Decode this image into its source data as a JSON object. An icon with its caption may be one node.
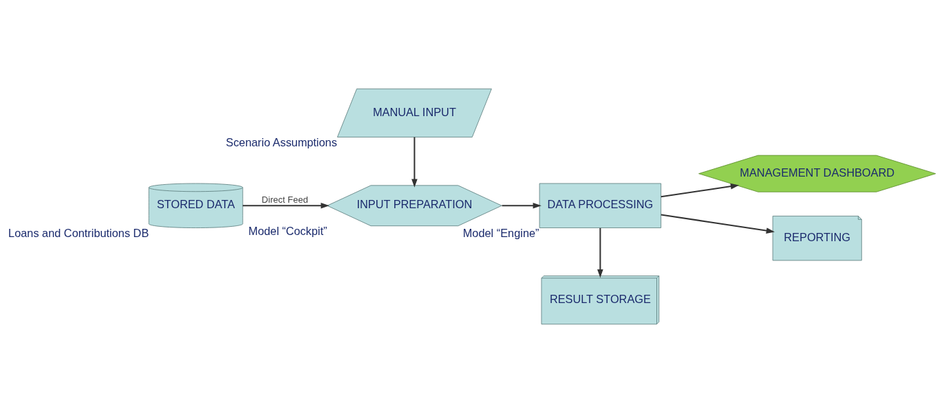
{
  "diagram": {
    "nodes": [
      {
        "text": [
          "STORED DATA"
        ],
        "beside": [
          "Loans and Contributions DB"
        ]
      },
      {
        "text": [
          "INPUT PREPARATION"
        ],
        "beside": [
          "Model “Cockpit”"
        ]
      },
      {
        "text": [
          "DATA PROCESSING"
        ],
        "beside": [
          "Model “Engine”"
        ]
      },
      {
        "text": [
          "MANAGEMENT DASHBOARD"
        ]
      },
      {
        "text": [
          "REPORTING"
        ]
      },
      {
        "text": [
          "MANUAL INPUT"
        ],
        "beside": [
          "Scenario Assumptions"
        ]
      },
      {
        "text": [
          "RESULT STORAGE"
        ]
      }
    ],
    "edges": [
      {
        "from": 0,
        "to": 1,
        "arrow": "to",
        "label": "Direct Feed"
      },
      {
        "from": 1,
        "to": 2,
        "arrow": "to"
      },
      {
        "from": 2,
        "to": 3,
        "arrow": "to"
      },
      {
        "from": 2,
        "to": 4,
        "arrow": "to"
      },
      {
        "from": 5,
        "to": 1,
        "arrow": "to"
      },
      {
        "from": 2,
        "to": 6,
        "arrow": "to"
      }
    ]
  }
}
